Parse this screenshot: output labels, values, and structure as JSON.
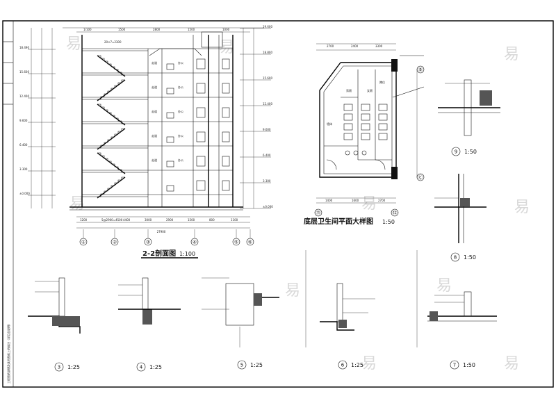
{
  "sheet": {
    "border_color": "#000000",
    "watermark_glyph": "易",
    "left_strip_text": "工程图纸说明及其他图纸上的标注（详见总说明）"
  },
  "section": {
    "title": "2-2剖面图",
    "scale": "1:100",
    "axis_labels": [
      "①",
      "②",
      "③",
      "④",
      "⑤",
      "⑥"
    ],
    "dims_top": [
      "1/100",
      "1500",
      "2800",
      "1500",
      "1000"
    ],
    "dims_bottom": [
      "1200",
      "5@2900=4500",
      "4400",
      "3000",
      "2900",
      "1500",
      "800",
      "1100"
    ],
    "total_width": "27900",
    "stairs_label": "20×7=2300",
    "levels_left": [
      "18.490",
      "15.600",
      "12.400",
      "9.600",
      "6.400",
      "3.300",
      "±0.000"
    ],
    "levels_right": [
      "19.600",
      "18.800",
      "15.600",
      "12.400",
      "9.600",
      "6.400",
      "3.300",
      "±0.000"
    ],
    "room_labels": [
      "走道",
      "办公",
      "走道",
      "办公",
      "走道",
      "办公",
      "走道",
      "办公",
      "走道",
      "办公"
    ]
  },
  "toilet_plan": {
    "title": "底层卫生间平面大样图",
    "scale": "1:50",
    "dims_top": [
      "2700",
      "2400",
      "3300"
    ],
    "dims_bottom": [
      "1400",
      "1600",
      "2700"
    ],
    "labels": [
      "男厕",
      "女厕",
      "墙体",
      "蹲位"
    ],
    "axis_labels": [
      "⑪",
      "⑫",
      "Ⓑ",
      "Ⓒ"
    ]
  },
  "details": [
    {
      "id": "9",
      "scale": "1:50"
    },
    {
      "id": "8",
      "scale": "1:50"
    },
    {
      "id": "3",
      "scale": "1:25"
    },
    {
      "id": "4",
      "scale": "1:25"
    },
    {
      "id": "5",
      "scale": "1:25"
    },
    {
      "id": "6",
      "scale": "1:25"
    },
    {
      "id": "7",
      "scale": "1:50"
    }
  ]
}
